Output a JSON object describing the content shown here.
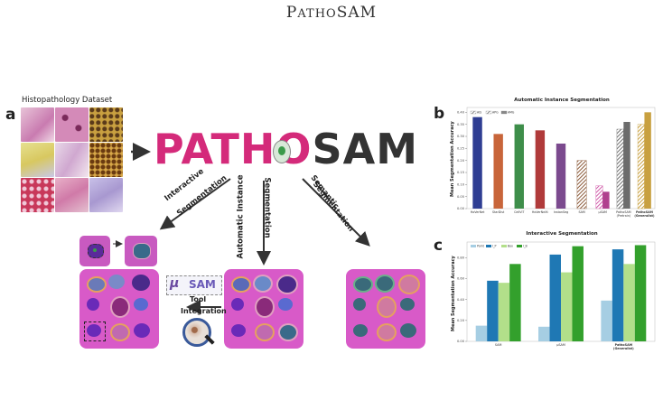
{
  "header": {
    "title_first": "P",
    "title_small": "ATHO",
    "title_rest": "SAM"
  },
  "panel_a": {
    "letter": "a",
    "dataset_label": "Histopathology Dataset",
    "logo_left": "PATHO",
    "logo_right": "SAM",
    "branch_interactive": "Interactive\nSegmentation",
    "branch_automatic_1": "Automatic Instance",
    "branch_automatic_2": "Segmentation",
    "branch_semantic": "Semantic\nSegmentation",
    "tool_logo": "SAM",
    "tool_label": "Tool",
    "integration_label": "Integration"
  },
  "panel_b": {
    "letter": "b"
  },
  "panel_c": {
    "letter": "c"
  },
  "chart_data": [
    {
      "type": "bar",
      "title": "Automatic Instance Segmentation",
      "ylabel": "Mean Segmentation Accuracy",
      "ylim": [
        0,
        0.42
      ],
      "yticks": [
        "0.00",
        "0.05",
        "0.10",
        "0.15",
        "0.20",
        "0.25",
        "0.30",
        "0.35",
        "0.40"
      ],
      "legend": [
        "AIS",
        "APG",
        "AMG"
      ],
      "categories": [
        "HoVerNet",
        "StarDist",
        "CellViT",
        "HoVerNeXt",
        "InstanSeg",
        "SAM",
        "μSAM",
        "PathoSAM\n(Pretrain)",
        "PathoSAM\n(Generalist)"
      ],
      "bars": [
        {
          "category": 0,
          "value": 0.38,
          "color": "#2e3d92",
          "hatch": false
        },
        {
          "category": 1,
          "value": 0.31,
          "color": "#c8653a",
          "hatch": false
        },
        {
          "category": 2,
          "value": 0.35,
          "color": "#3e8e4a",
          "hatch": false
        },
        {
          "category": 3,
          "value": 0.325,
          "color": "#b03a3a",
          "hatch": false
        },
        {
          "category": 4,
          "value": 0.27,
          "color": "#7b4a8e",
          "hatch": false
        },
        {
          "category": 5,
          "value": 0.2,
          "color": "#8b5a3a",
          "hatch": true
        },
        {
          "category": 6,
          "value": 0.095,
          "color": "#d05aa8",
          "hatch": true
        },
        {
          "category": 6,
          "value": 0.07,
          "color": "#b0408e",
          "hatch": false
        },
        {
          "category": 7,
          "value": 0.33,
          "color": "#707070",
          "hatch": true
        },
        {
          "category": 7,
          "value": 0.36,
          "color": "#6c6c6c",
          "hatch": false
        },
        {
          "category": 8,
          "value": 0.35,
          "color": "#c8a040",
          "hatch": true
        },
        {
          "category": 8,
          "value": 0.4,
          "color": "#c8a040",
          "hatch": false
        }
      ]
    },
    {
      "type": "bar",
      "title": "Interactive Segmentation",
      "ylabel": "Mean Segmentation Accuracy",
      "ylim": [
        0,
        0.95
      ],
      "yticks": [
        "0.00",
        "0.20",
        "0.40",
        "0.60",
        "0.80"
      ],
      "categories": [
        "SAM",
        "μSAM",
        "PathoSAM\n(Generalist)"
      ],
      "series": [
        {
          "name": "Point",
          "color": "#a6cee3",
          "values": [
            0.15,
            0.14,
            0.39
          ]
        },
        {
          "name": "I_P",
          "color": "#1f78b4",
          "values": [
            0.58,
            0.83,
            0.88
          ]
        },
        {
          "name": "Box",
          "color": "#b2df8a",
          "values": [
            0.56,
            0.66,
            0.74
          ]
        },
        {
          "name": "I_B",
          "color": "#33a02c",
          "values": [
            0.74,
            0.91,
            0.92
          ]
        }
      ],
      "legend": [
        "Point",
        "I_P",
        "Box",
        "I_B"
      ]
    }
  ]
}
